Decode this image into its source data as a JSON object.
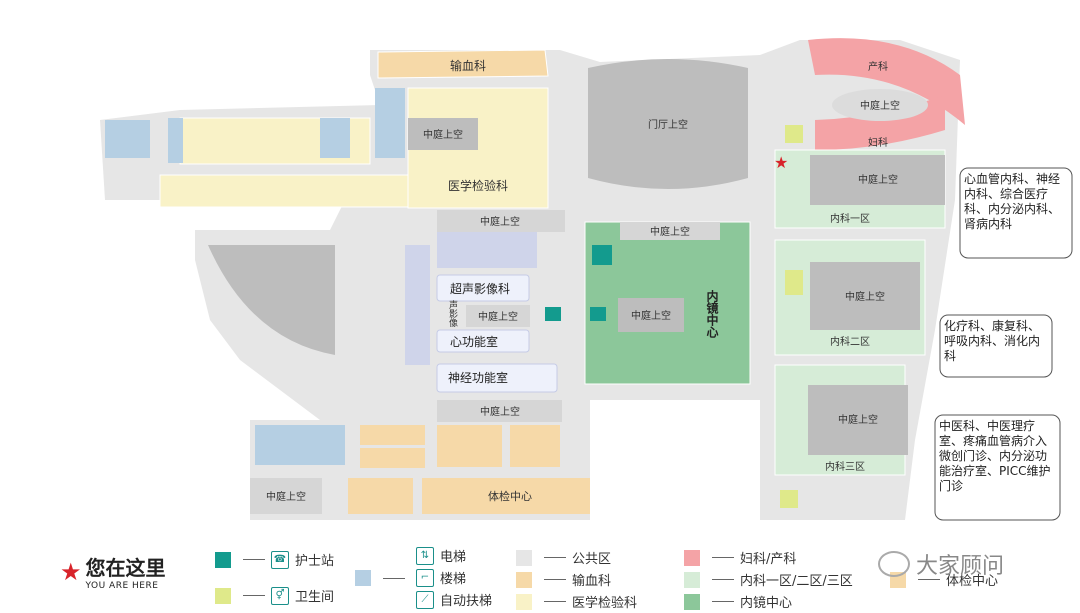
{
  "colors": {
    "public": "#e6e6e6",
    "blood": "#f6d9a8",
    "lab": "#f9f2c7",
    "gyn": "#f4a3a6",
    "internal": "#d6ecd7",
    "endo": "#8cc79a",
    "atrium": "#bdbdbd",
    "stairs": "#b5cfe3",
    "nurse": "#139b8e",
    "wc": "#dfe98a",
    "star": "#d8232a"
  },
  "rooms": {
    "blood_bank": "输血科",
    "atrium": "中庭上空",
    "lobby_atrium": "门厅上空",
    "lab_dept": "医学检验科",
    "obstetrics": "产科",
    "gynecology": "妇科",
    "internal_1": "内科一区",
    "internal_2": "内科二区",
    "internal_3": "内科三区",
    "ultrasound": "超声影像科",
    "ultrasound_partial": "声影像",
    "cardiac_func": "心功能室",
    "neuro_func": "神经功能室",
    "endoscopy": "内镜中心",
    "physical_exam": "体检中心"
  },
  "callouts": {
    "zone1": "心血管内科、神经内科、综合医疗科、内分泌内科、肾病内科",
    "zone2": "化疗科、康复科、呼吸内科、消化内科",
    "zone3": "中医科、中医理疗室、疼痛血管病介入微创门诊、内分泌功能治疗室、PICC维护门诊"
  },
  "legend": {
    "you_are_here_zh": "您在这里",
    "you_are_here_en": "YOU ARE HERE",
    "nurse_station": "护士站",
    "restroom": "卫生间",
    "elevator": "电梯",
    "stairs": "楼梯",
    "escalator": "自动扶梯",
    "public_area": "公共区",
    "blood_bank": "输血科",
    "lab": "医学检验科",
    "gyn_obs": "妇科/产科",
    "internal_zones": "内科一区/二区/三区",
    "endoscopy": "内镜中心",
    "physical_exam": "体检中心"
  },
  "brand": "大家顾问"
}
